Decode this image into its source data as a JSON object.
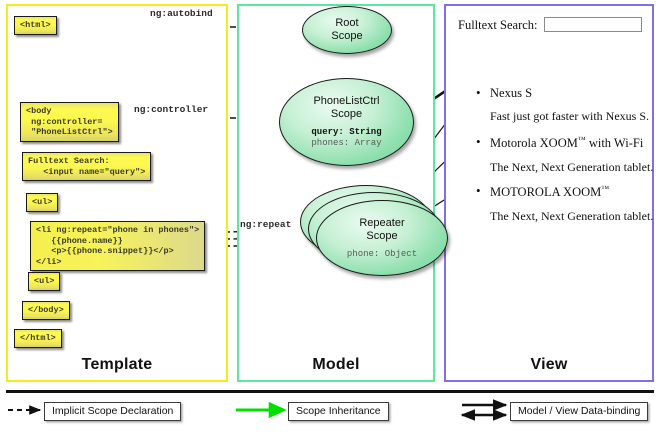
{
  "panels": {
    "template": {
      "title": "Template",
      "border_color": "#f2ee1e"
    },
    "model": {
      "title": "Model",
      "border_color": "#58e8a0"
    },
    "view": {
      "title": "View",
      "border_color": "#7f6fe8"
    }
  },
  "template_blocks": {
    "html_open": "<html>",
    "body_open": "<body\n ng:controller=\n \"PhoneListCtrl\">",
    "search": "Fulltext Search:\n   <input name=\"query\">",
    "ul_open": "<ul>",
    "li": "<li ng:repeat=\"phone in phones\">\n   {{phone.name}}\n   <p>{{phone.snippet}}</p>\n</li>",
    "ul_close": "<ul>",
    "body_close": "</body>",
    "html_close": "</html>"
  },
  "connector_labels": {
    "autobind": "ng:autobind",
    "controller": "ng:controller",
    "repeat": "ng:repeat"
  },
  "scopes": {
    "root": {
      "title_line1": "Root",
      "title_line2": "Scope"
    },
    "ctrl": {
      "title_line1": "PhoneListCtrl",
      "title_line2": "Scope",
      "field1": "query: String",
      "field2": "phones: Array"
    },
    "repeater": {
      "title_line1": "Repeater",
      "title_line2": "Scope",
      "field1": "phone: Object"
    }
  },
  "view": {
    "search_label": "Fulltext Search:",
    "search_value": "",
    "search_placeholder": "",
    "items": [
      {
        "name": "Nexus S",
        "tm": "",
        "snippet": "Fast just got faster with Nexus S."
      },
      {
        "name": "Motorola XOOM",
        "tm": "™",
        "suffix": "  with Wi-Fi",
        "snippet": "The Next, Next Generation tablet."
      },
      {
        "name": "MOTOROLA XOOM",
        "tm": "™",
        "suffix": "",
        "snippet": "The Next, Next Generation tablet."
      }
    ]
  },
  "legend": {
    "items": [
      {
        "label": "Implicit Scope Declaration",
        "arrow": "dashed-black",
        "color": "#111111"
      },
      {
        "label": "Scope Inheritance",
        "arrow": "solid-green",
        "color": "#00e000"
      },
      {
        "label": "Model / View Data-binding",
        "arrow": "double-black",
        "color": "#111111"
      }
    ]
  },
  "colors": {
    "yellow_box": "#fdf952",
    "scope_green": "#8fe0ae",
    "inherit_green": "#00e000",
    "template_border": "#f2ee1e",
    "model_border": "#58e8a0",
    "view_border": "#7f6fe8"
  }
}
